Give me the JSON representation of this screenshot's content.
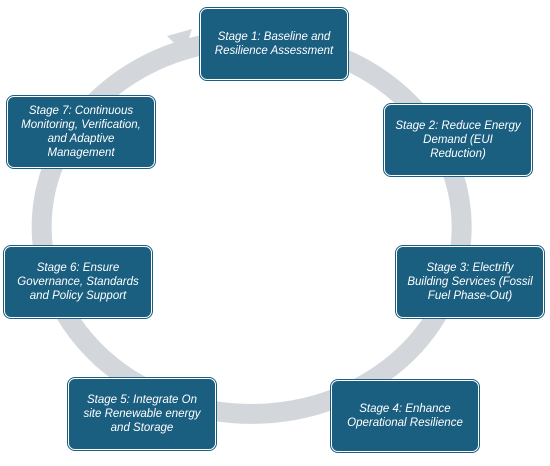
{
  "colors": {
    "stage_fill": "#1a5e80",
    "stage_text": "#ffffff",
    "cycle_arrow": "#d3d7dc"
  },
  "icons": {
    "cycle_arrow": "circular-arrow-icon"
  },
  "stages": [
    {
      "label": "Stage 1: Baseline and\nResilience Assessment"
    },
    {
      "label": "Stage 2: Reduce Energy\nDemand (EUI\nReduction)"
    },
    {
      "label": "Stage 3: Electrify\nBuilding Services (Fossil\nFuel Phase-Out)"
    },
    {
      "label": "Stage 4: Enhance\nOperational Resilience"
    },
    {
      "label": "Stage 5: Integrate On\nsite Renewable energy\nand Storage"
    },
    {
      "label": "Stage 6: Ensure\nGovernance, Standards\nand Policy Support"
    },
    {
      "label": "Stage 7:  Continuous\nMonitoring, Verification,\nand Adaptive\nManagement"
    }
  ]
}
